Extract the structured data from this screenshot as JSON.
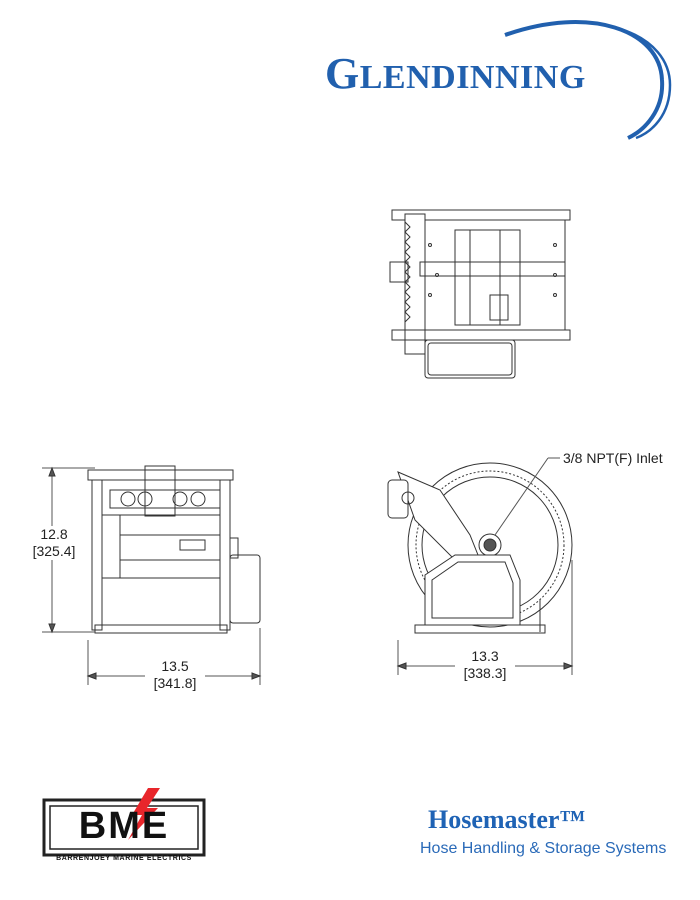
{
  "header": {
    "brand_initial": "G",
    "brand_rest": "LENDINNING",
    "brand_color": "#2160ae"
  },
  "drawings": {
    "inlet_label": "3/8 NPT(F) Inlet",
    "height_in": "12.8",
    "height_mm": "[325.4]",
    "front_width_in": "13.5",
    "front_width_mm": "[341.8]",
    "side_width_in": "13.3",
    "side_width_mm": "[338.3]"
  },
  "footer": {
    "bme_logo_text": "BME",
    "bme_caption": "BARRENJOEY MARINE ELECTRICS",
    "product_title": "Hosemaster™",
    "product_subtitle": "Hose Handling & Storage Systems",
    "accent_red": "#e8262b",
    "accent_blue": "#1f63b5"
  }
}
